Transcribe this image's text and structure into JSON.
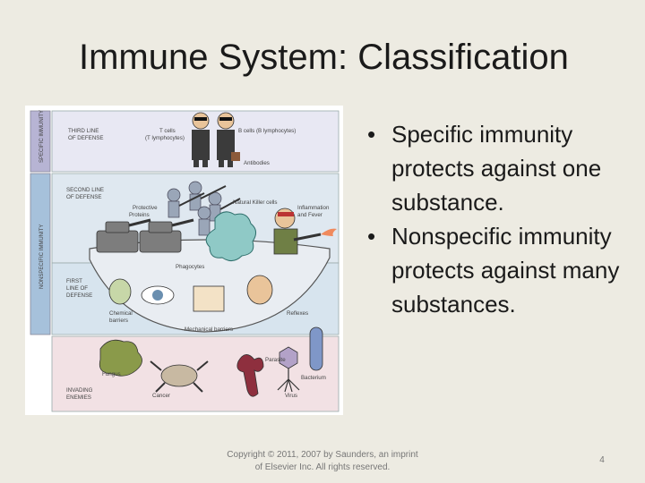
{
  "slide": {
    "title": "Immune System: Classification",
    "bullets": [
      "Specific immunity protects against one substance.",
      "Nonspecific immunity protects against many substances."
    ],
    "bullet_symbol": "•",
    "footer": "Copyright © 2011, 2007 by Saunders, an imprint of Elsevier Inc. All rights reserved.",
    "page_number": "4"
  },
  "figure": {
    "side_labels": {
      "specific": "SPECIFIC IMMUNITY",
      "nonspecific": "NONSPECIFIC IMMUNITY"
    },
    "labels": {
      "third_line": [
        "THIRD LINE",
        "OF DEFENSE"
      ],
      "second_line": [
        "SECOND LINE",
        "OF DEFENSE"
      ],
      "first_line": [
        "FIRST",
        "LINE OF",
        "DEFENSE"
      ],
      "invading": [
        "INVADING",
        "ENEMIES"
      ],
      "t_cells": [
        "T cells",
        "(T lymphocytes)"
      ],
      "b_cells": "B cells (B lymphocytes)",
      "antibodies": "Antibodies",
      "protective_proteins": [
        "Protective",
        "Proteins"
      ],
      "natural_killer": "Natural Killer cells",
      "inflammation": [
        "Inflammation",
        "and Fever"
      ],
      "phagocytes": "Phagocytes",
      "chemical_barriers": [
        "Chemical",
        "barriers"
      ],
      "reflexes": "Reflexes",
      "mechanical_barriers": "Mechanical barriers",
      "parasite": "Parasite",
      "bacterium": "Bacterium",
      "fungus": "Fungus",
      "cancer": "Cancer",
      "virus": "Virus"
    },
    "colors": {
      "third_band": "#E8E8F3",
      "second_band": "#DFE8F0",
      "first_band": "#D7E4EE",
      "enemy_band": "#F2E1E4",
      "side_bar_specific": "#B7B4D4",
      "side_bar_nonspecific": "#A6C1DB"
    }
  }
}
